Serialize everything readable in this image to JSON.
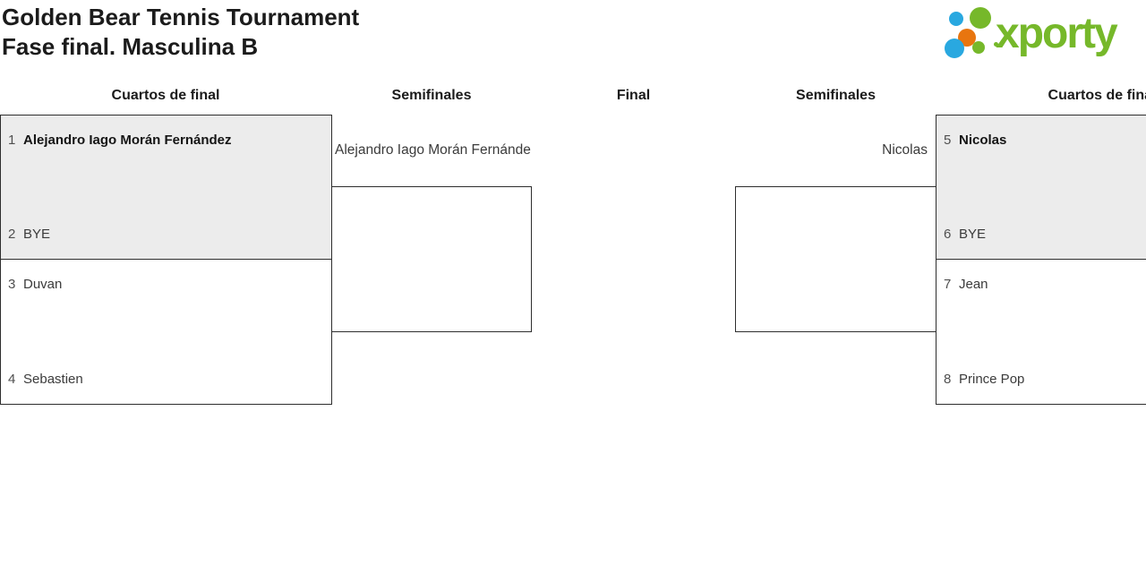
{
  "header": {
    "title_line1": "Golden Bear Tennis Tournament",
    "title_line2": "Fase final. Masculina B"
  },
  "logo": {
    "text": "xporty"
  },
  "rounds": [
    {
      "label": "Cuartos de final"
    },
    {
      "label": "Semifinales"
    },
    {
      "label": "Final"
    },
    {
      "label": "Semifinales"
    },
    {
      "label": "Cuartos de final"
    }
  ],
  "quarterfinals": [
    {
      "decided": true,
      "players": [
        {
          "seed": "1",
          "name": "Alejandro Iago Morán Fernández",
          "advancing": true
        },
        {
          "seed": "2",
          "name": "BYE",
          "advancing": false
        }
      ]
    },
    {
      "decided": false,
      "players": [
        {
          "seed": "3",
          "name": "Duvan",
          "advancing": false
        },
        {
          "seed": "4",
          "name": "Sebastien",
          "advancing": false
        }
      ]
    },
    {
      "decided": true,
      "players": [
        {
          "seed": "5",
          "name": "Nicolas",
          "advancing": true
        },
        {
          "seed": "6",
          "name": "BYE",
          "advancing": false
        }
      ]
    },
    {
      "decided": false,
      "players": [
        {
          "seed": "7",
          "name": "Jean",
          "advancing": false
        },
        {
          "seed": "8",
          "name": "Prince Pop",
          "advancing": false
        }
      ]
    }
  ],
  "semifinals": {
    "left_advancer": "Alejandro Iago Morán Fernández",
    "right_advancer": "Nicolas"
  },
  "colors": {
    "accent_green": "#76b82a",
    "dot_blue": "#29a8e0",
    "dot_orange": "#e8750f",
    "box_border": "#2e2e2e",
    "decided_match_bg": "#ececec",
    "pending_match_bg": "#ffffff",
    "text_dark": "#1b1b1b",
    "text_regular": "#3b3b3b",
    "seed_color": "#4f4f4f"
  }
}
